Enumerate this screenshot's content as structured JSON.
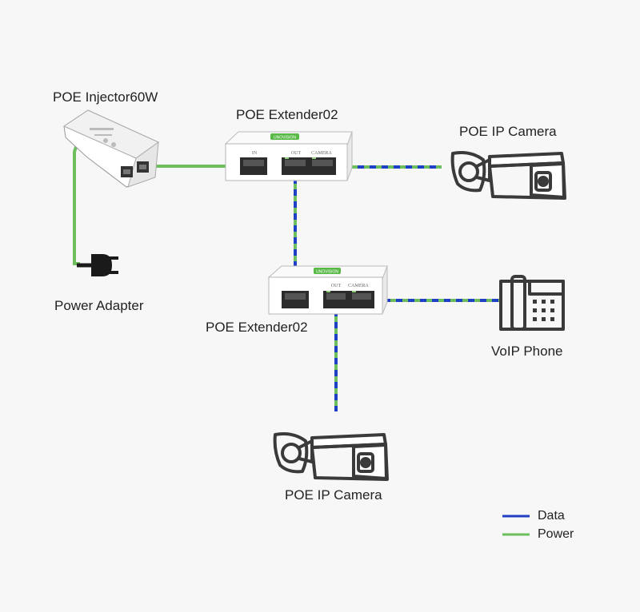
{
  "labels": {
    "injector": "POE Injector60W",
    "extender_top": "POE Extender02",
    "extender_mid": "POE Extender02",
    "camera_top": "POE IP Camera",
    "camera_bottom": "POE IP Camera",
    "voip_phone": "VoIP Phone",
    "power_adapter": "Power Adapter"
  },
  "device_text": {
    "extender_brand": "UNOVISION",
    "port_in": "IN",
    "port_out": "OUT",
    "port_camera": "CAMERA"
  },
  "legend": [
    {
      "label": "Data",
      "color": "#1f3fc4"
    },
    {
      "label": "Power",
      "color": "#6dbf5e"
    }
  ],
  "colors": {
    "data": "#1f3fc4",
    "power": "#6dbf5e",
    "device_outline": "#555555",
    "brand_green": "#58b947"
  },
  "icons": {
    "plug": "power-plug-icon",
    "camera": "bullet-camera-icon",
    "phone": "desk-phone-icon"
  }
}
